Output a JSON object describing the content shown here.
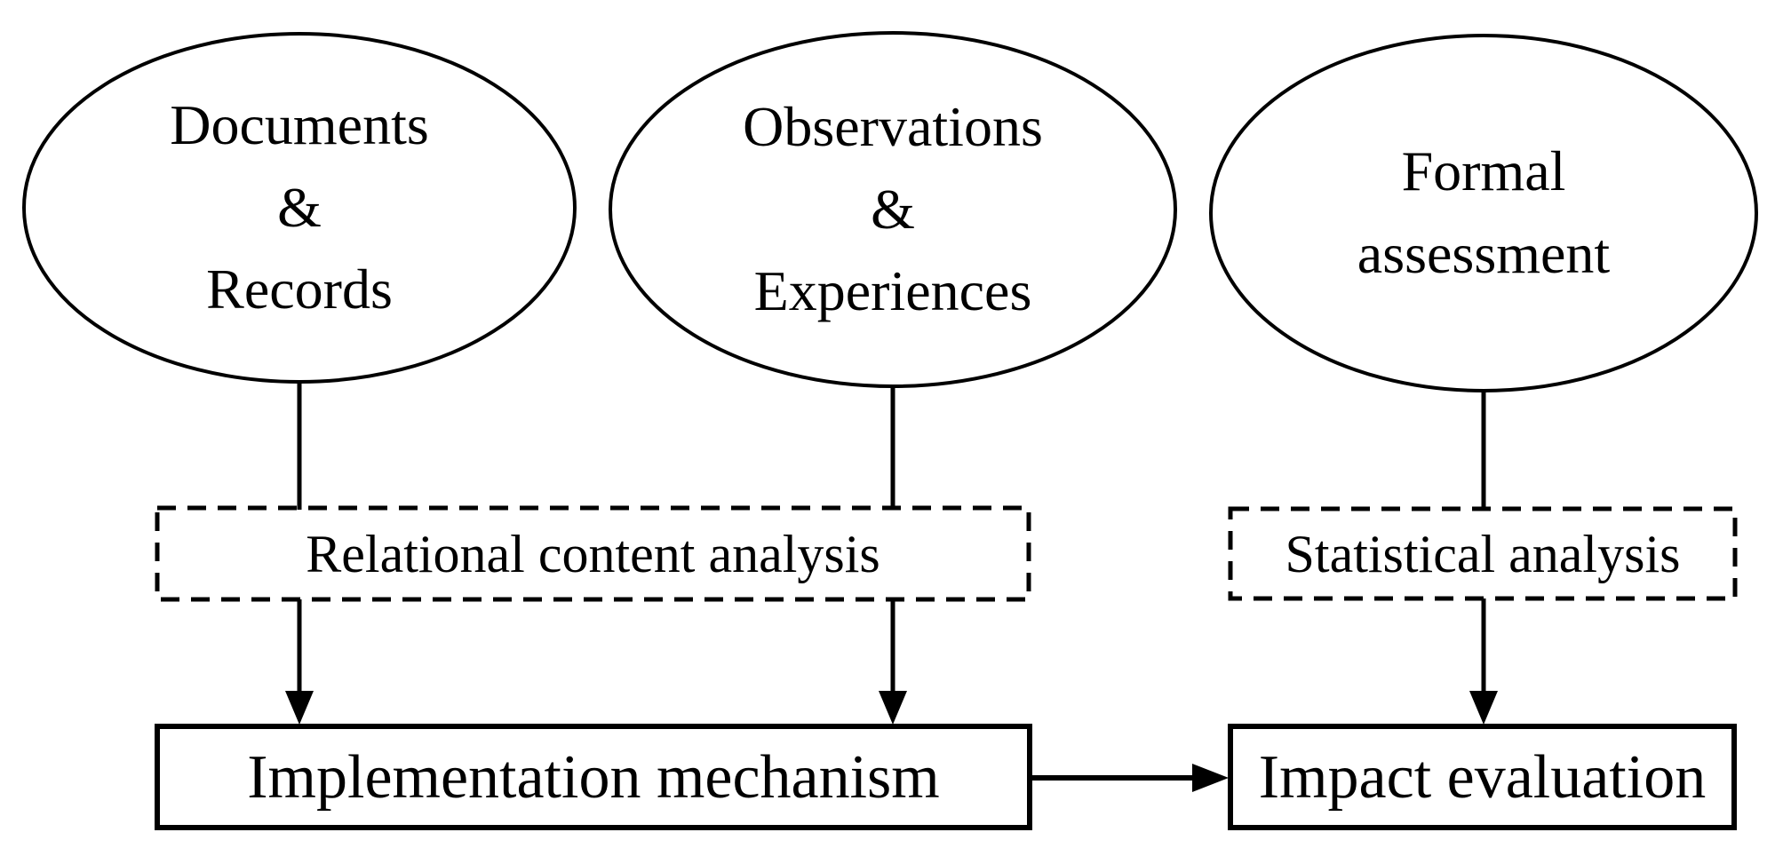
{
  "diagram": {
    "background_color": "#ffffff",
    "stroke_color": "#000000",
    "nodes": {
      "documents_records": {
        "lines": [
          "Documents",
          "&",
          "Records"
        ]
      },
      "observations_experiences": {
        "lines": [
          "Observations",
          "&",
          "Experiences"
        ]
      },
      "formal_assessment": {
        "lines": [
          "Formal",
          "assessment"
        ]
      },
      "relational_content_analysis": {
        "label": "Relational content analysis"
      },
      "statistical_analysis": {
        "label": "Statistical analysis"
      },
      "implementation_mechanism": {
        "label": "Implementation mechanism"
      },
      "impact_evaluation": {
        "label": "Impact evaluation"
      }
    }
  }
}
